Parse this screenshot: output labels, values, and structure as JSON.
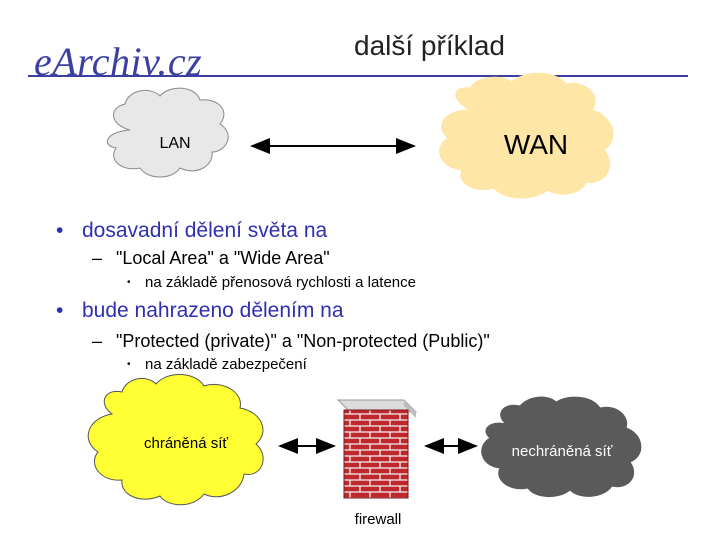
{
  "header": {
    "logo_text": "eArchiv.cz",
    "title": "další příklad"
  },
  "top_diagram": {
    "left_cloud_label": "LAN",
    "right_cloud_label": "WAN"
  },
  "bullets": [
    {
      "text": "dosavadní dělení světa na",
      "sub": "\"Local Area\" a \"Wide Area\"",
      "subsub": "na základě přenosová rychlosti a latence"
    },
    {
      "text": "bude nahrazeno dělením na",
      "sub": "\"Protected (private)\" a \"Non-protected (Public)\"",
      "subsub": "na základě zabezpečení"
    }
  ],
  "bottom_diagram": {
    "protected_label": "chráněná síť",
    "unprotected_label": "nechráněná síť",
    "firewall_label": "firewall"
  },
  "colors": {
    "accent": "#3b3fa0",
    "lan_cloud": "#e8e8e8",
    "wan_cloud": "#fde6a6",
    "protected_cloud": "#ffff33",
    "unprotected_cloud": "#5a5a5a",
    "brick": "#c0272d"
  }
}
